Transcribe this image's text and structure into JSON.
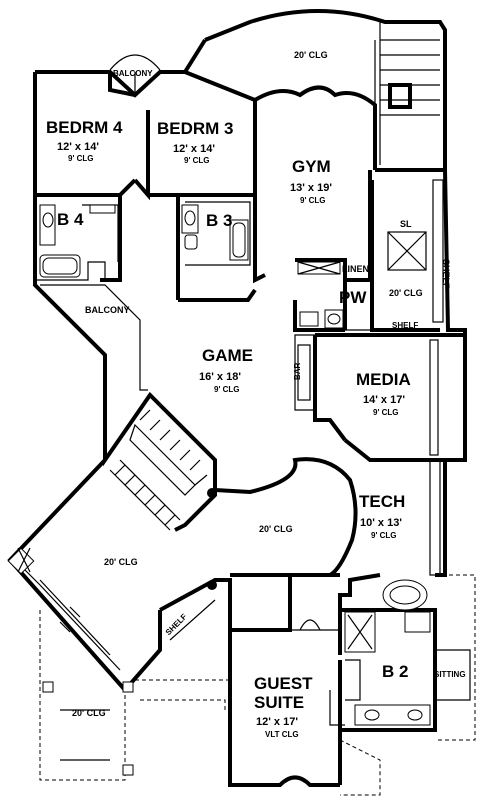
{
  "rooms": {
    "bedrm4": {
      "name": "BEDRM 4",
      "size": "12' x 14'",
      "clg": "9' CLG"
    },
    "bedrm3": {
      "name": "BEDRM 3",
      "size": "12' x 14'",
      "clg": "9' CLG"
    },
    "gym": {
      "name": "GYM",
      "size": "13' x 19'",
      "clg": "9' CLG"
    },
    "game": {
      "name": "GAME",
      "size": "16' x 18'",
      "clg": "9' CLG"
    },
    "media": {
      "name": "MEDIA",
      "size": "14' x 17'",
      "clg": "9' CLG"
    },
    "tech": {
      "name": "TECH",
      "size": "10' x 13'",
      "clg": "9' CLG"
    },
    "guest": {
      "name1": "GUEST",
      "name2": "SUITE",
      "size": "12' x 17'",
      "clg": "VLT CLG"
    }
  },
  "labels": {
    "balcony_top": "BALCONY",
    "balcony_left": "BALCONY",
    "b4": "B 4",
    "b3": "B 3",
    "b2": "B 2",
    "pw": "PW",
    "linen": "LINEN",
    "sl": "SL",
    "shelf_vertical": "SHELF",
    "shelf_bottom": "SHELF",
    "shelf_stair": "SHELF",
    "bar": "BAR",
    "sitting": "SITTING"
  },
  "ceilings": {
    "top_20": "20' CLG",
    "closet_20": "20' CLG",
    "center_20": "20' CLG",
    "left_20": "20' CLG",
    "porch_20": "20' CLG"
  }
}
